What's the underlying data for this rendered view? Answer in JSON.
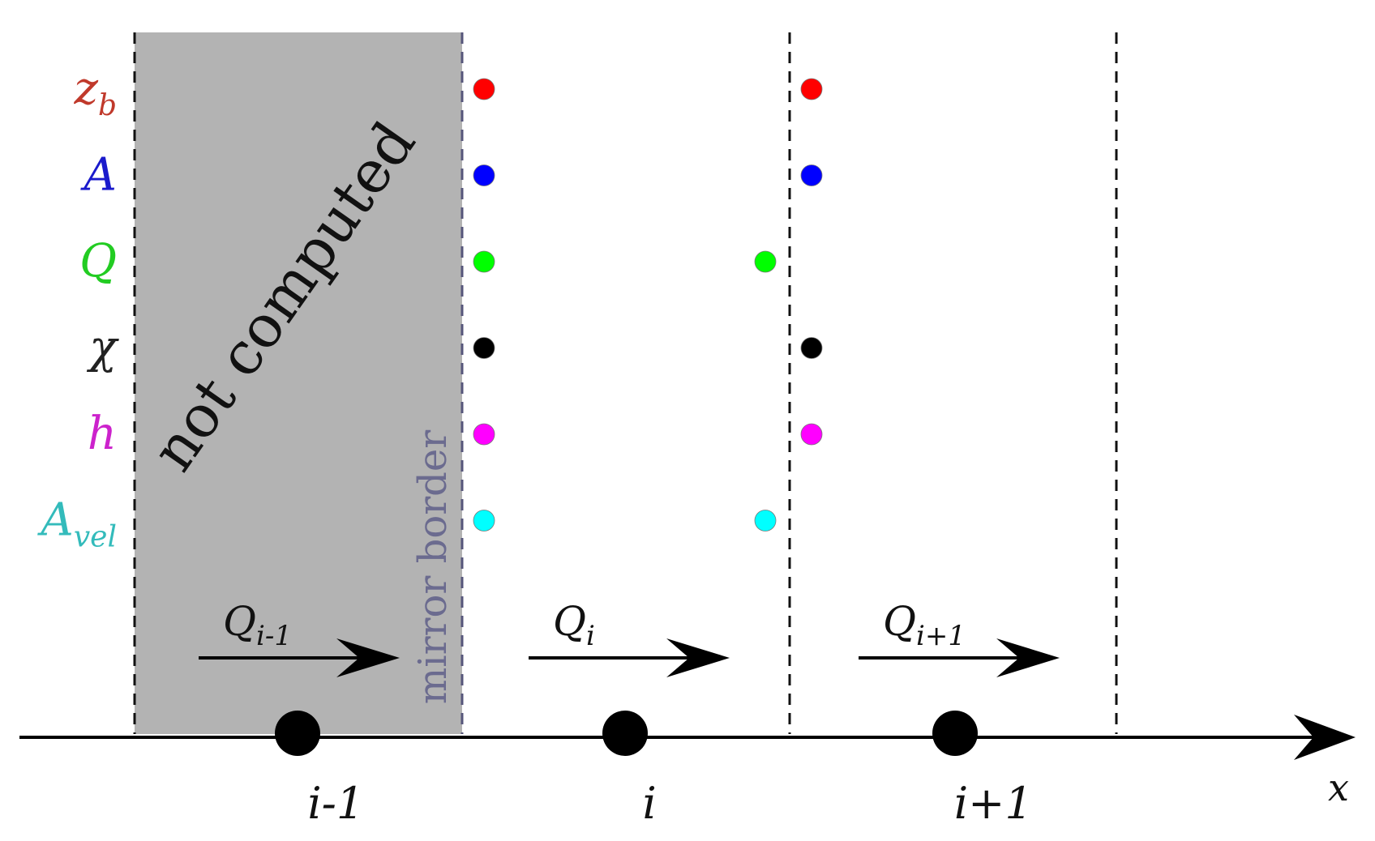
{
  "variables": [
    {
      "base": "z",
      "sub": "b",
      "color": "#c0392b",
      "left_dot": "#ff0000",
      "right_dot": "#ff0000",
      "right_shift": false
    },
    {
      "base": "A",
      "sub": "",
      "color": "#1a1acc",
      "left_dot": "#0000ff",
      "right_dot": "#0000ff",
      "right_shift": false
    },
    {
      "base": "Q",
      "sub": "",
      "color": "#22cc22",
      "left_dot": "#00ff00",
      "right_dot": "#00ff00",
      "right_shift": true
    },
    {
      "base": "χ",
      "sub": "",
      "color": "#222222",
      "left_dot": "#000000",
      "right_dot": "#000000",
      "right_shift": false
    },
    {
      "base": "h",
      "sub": "",
      "color": "#cc22cc",
      "left_dot": "#ff00ff",
      "right_dot": "#ff00ff",
      "right_shift": false
    },
    {
      "base": "A",
      "sub": "vel",
      "color": "#33bbbb",
      "left_dot": "#00ffff",
      "right_dot": "#00ffff",
      "right_shift": true
    }
  ],
  "region": {
    "label": "not computed",
    "color": "#b3b3b3"
  },
  "border": {
    "label": "mirror border",
    "color": "#6b6b8f"
  },
  "fluxes": [
    {
      "base": "Q",
      "sub": "i-1"
    },
    {
      "base": "Q",
      "sub": "i"
    },
    {
      "base": "Q",
      "sub": "i+1"
    }
  ],
  "nodes": [
    {
      "label": "i-1"
    },
    {
      "label": "i"
    },
    {
      "label": "i+1"
    }
  ],
  "axis": {
    "label": "x"
  }
}
